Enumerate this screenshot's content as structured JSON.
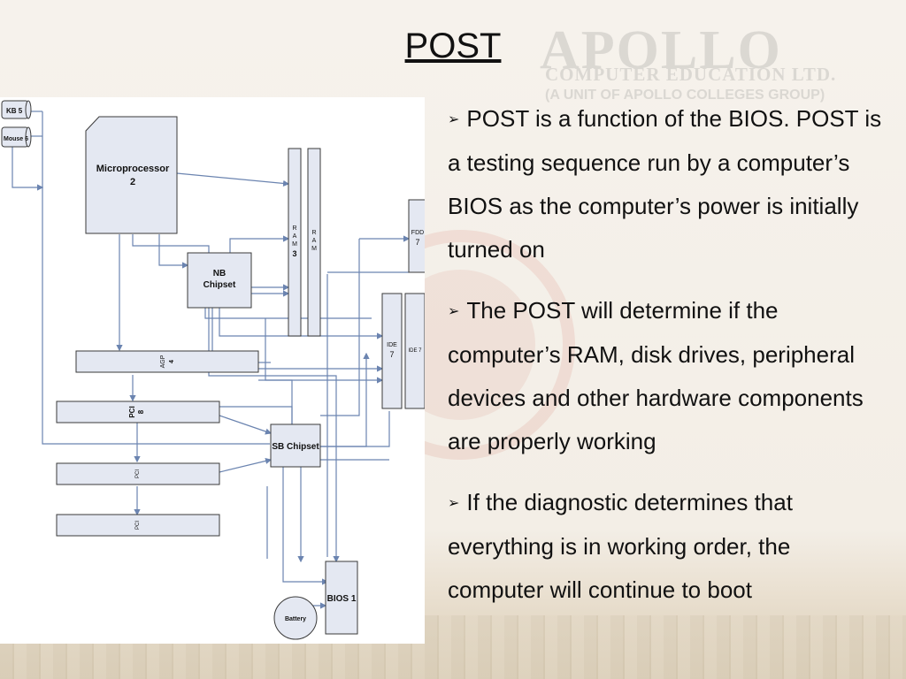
{
  "slide": {
    "title": "POST"
  },
  "watermark": {
    "brand": "APOLLO",
    "line2": "COMPUTER EDUCATION LTD.",
    "line3": "(A UNIT OF APOLLO COLLEGES GROUP)"
  },
  "diagram": {
    "kb": "KB 5",
    "mouse": "Mouse 6",
    "cpu_line1": "Microprocessor",
    "cpu_line2": "2",
    "nb_line1": "NB",
    "nb_line2": "Chipset",
    "ram1_letters": [
      "R",
      "A",
      "M"
    ],
    "ram1_num": "3",
    "ram2_letters": [
      "R",
      "A",
      "M"
    ],
    "fdd_line1": "FDD",
    "fdd_line2": "7",
    "ide1_line1": "IDE",
    "ide1_line2": "7",
    "ide2": "IDE 7",
    "agp_line1": "AGP",
    "agp_line2": "4",
    "pci1_line1": "PCI",
    "pci1_line2": "8",
    "pci2": "PCI",
    "pci3": "PCI",
    "sb": "SB Chipset",
    "bios": "BIOS 1",
    "battery": "Battery"
  },
  "bullets": [
    "POST is a function of the BIOS. POST is a  testing sequence run by a computer’s BIOS as the computer’s power is initially turned on",
    "The POST will determine if the computer’s RAM, disk drives, peripheral devices and other hardware components are properly working",
    "If the diagnostic determines that everything is in working order, the computer will continue to boot"
  ]
}
